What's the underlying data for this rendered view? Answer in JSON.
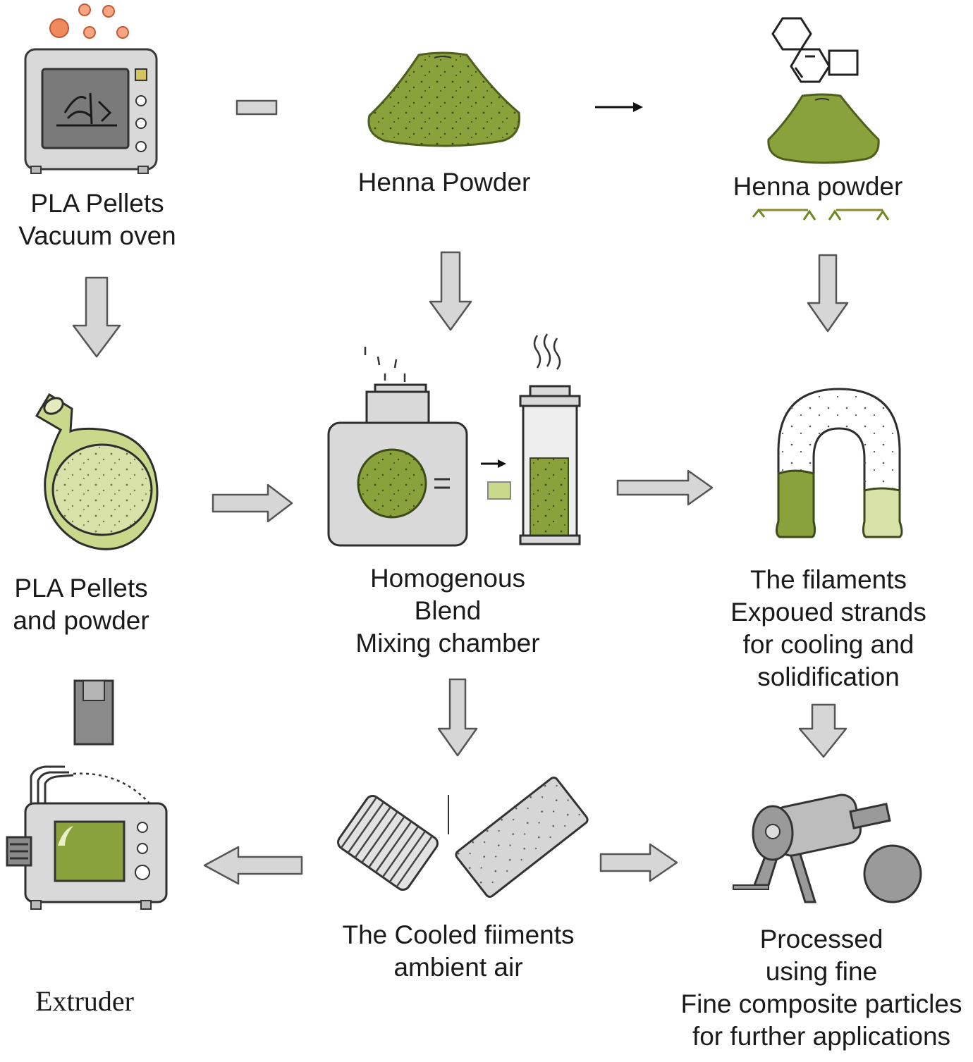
{
  "colors": {
    "henna_green": "#8aa23c",
    "pale_green": "#d7e1a8",
    "light_green": "#c9d98c",
    "device_gray": "#d9d9d9",
    "arrow_gray": "#d6d6d6",
    "outline": "#3a3a3a",
    "pellet_orange": "#ef8a5e"
  },
  "labels": {
    "oven": [
      "PLA Pellets",
      "Vacuum oven"
    ],
    "henna_top": [
      "Henna Powder"
    ],
    "henna_right": [
      "Henna powder"
    ],
    "flask": [
      "PLA Pellets",
      "and powder"
    ],
    "mixer": [
      "Homogenous",
      "Blend",
      "Mixing chamber"
    ],
    "filaments": [
      "The filaments",
      "Expoued strands",
      "for cooling and",
      "solidification"
    ],
    "cooled": [
      "The Cooled fiiments",
      "ambient air"
    ],
    "processed": [
      "Processed",
      "using fine",
      "Fine composite particles",
      "for further applications"
    ],
    "extruder": "Extruder"
  },
  "icons": [
    "vacuum-oven-icon",
    "henna-pile-icon",
    "chemical-structure-icon",
    "flask-icon",
    "mixing-chamber-icon",
    "column-icon",
    "u-tube-filament-icon",
    "extruder-icon",
    "coiled-filament-icon",
    "straight-filament-icon",
    "grinder-icon",
    "particle-icon"
  ]
}
